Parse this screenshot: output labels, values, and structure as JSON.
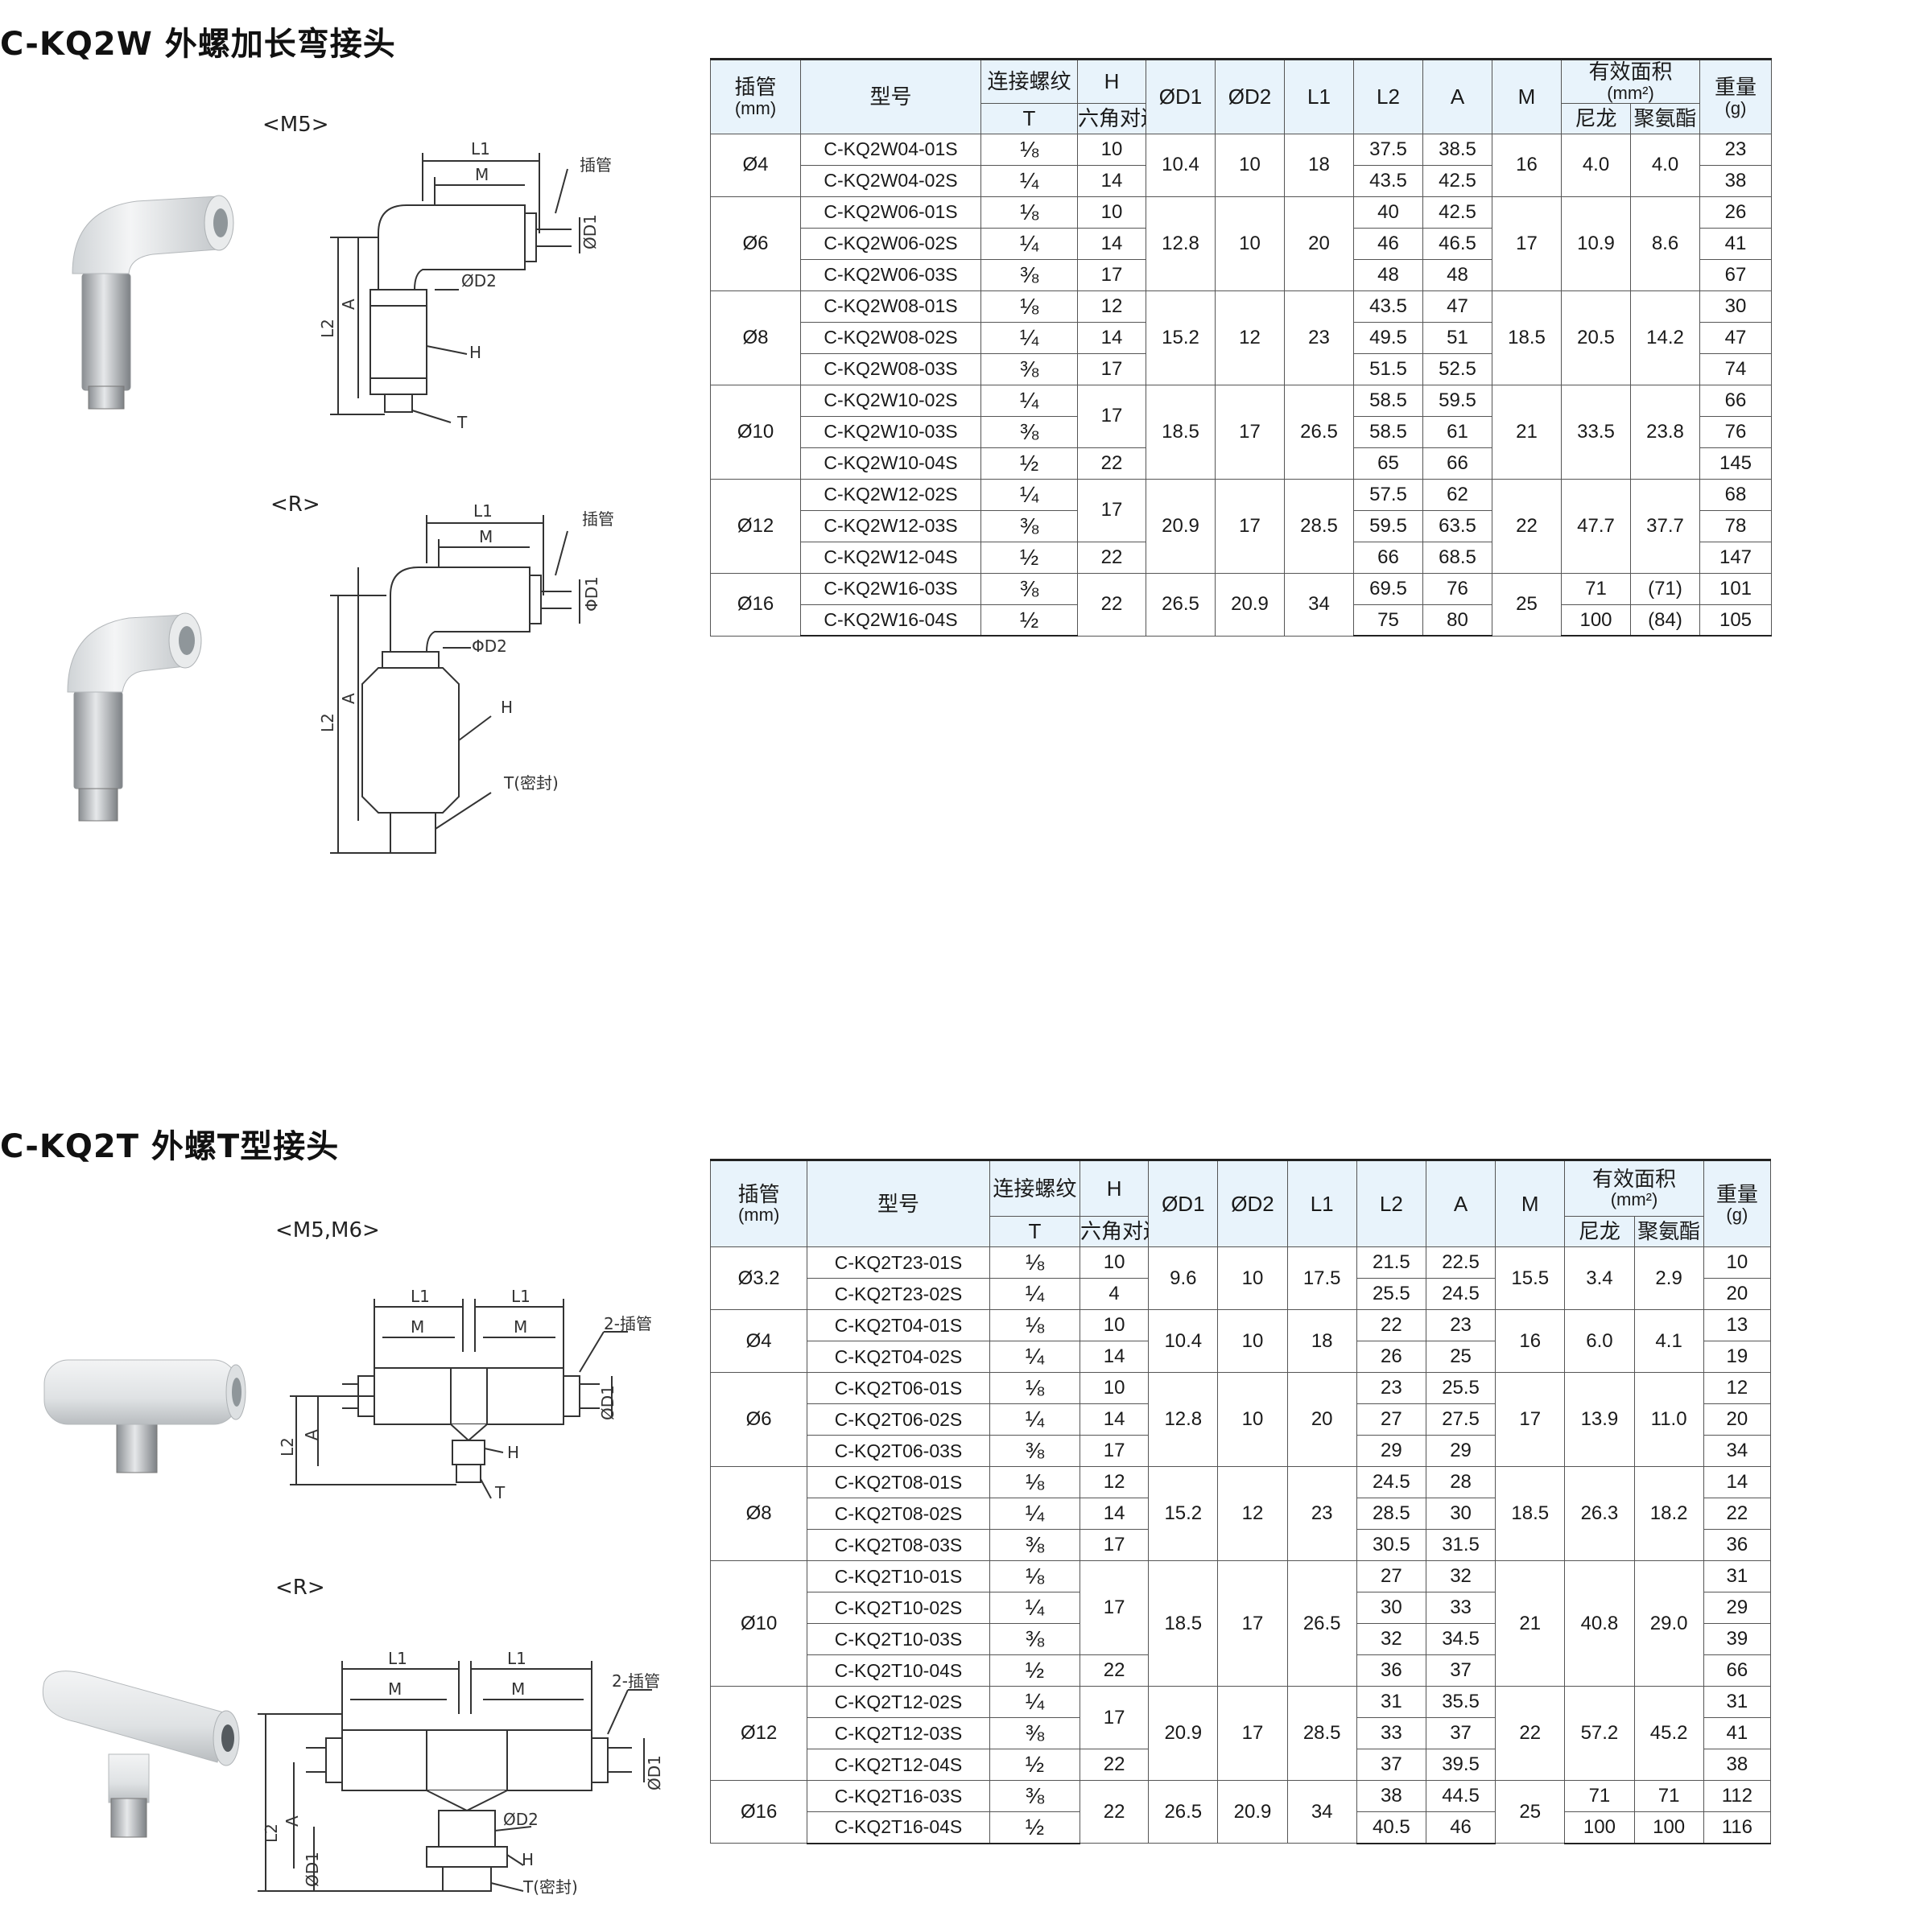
{
  "sections": [
    {
      "title": "C-KQ2W 外螺加长弯接头",
      "variant_a": "<M5>",
      "variant_b": "<R>",
      "dim_labels": {
        "l1": "L1",
        "m": "M",
        "tube": "插管",
        "d1": "ØD1",
        "d2": "ØD2",
        "d2_r": "ΦD2",
        "d1_r": "ΦD1",
        "a": "A",
        "l2": "L2",
        "h": "H",
        "t": "T",
        "t_seal": "T(密封)"
      }
    },
    {
      "title": "C-KQ2T 外螺T型接头",
      "variant_a": "<M5,M6>",
      "variant_b": "<R>",
      "dim_labels": {
        "l1": "L1",
        "m": "M",
        "tube": "2-插管",
        "d1": "ØD1",
        "d2": "ØD2",
        "a": "A",
        "l2": "L2",
        "h": "H",
        "t": "T",
        "t_seal": "T(密封)"
      }
    }
  ],
  "table_header": {
    "tube": "插管",
    "tube_unit": "(mm)",
    "model": "型号",
    "thread": "连接螺纹",
    "thread_sub": "T",
    "h": "H",
    "h_sub": "六角对边",
    "d1": "ØD1",
    "d2": "ØD2",
    "l1": "L1",
    "l2": "L2",
    "a": "A",
    "m": "M",
    "area": "有效面积",
    "area_unit": "(mm²)",
    "nylon": "尼龙",
    "pu": "聚氨酯",
    "weight": "重量",
    "weight_unit": "(g)"
  },
  "table1": [
    {
      "tube": "Ø4",
      "d1": "10.4",
      "d2": "10",
      "l1": "18",
      "m": "16",
      "nylon": "4.0",
      "pu": "4.0",
      "rows": [
        {
          "model": "C-KQ2W04-01S",
          "t": "⅛",
          "h": "10",
          "l2": "37.5",
          "a": "38.5",
          "w": "23"
        },
        {
          "model": "C-KQ2W04-02S",
          "t": "¼",
          "h": "14",
          "l2": "43.5",
          "a": "42.5",
          "w": "38"
        }
      ]
    },
    {
      "tube": "Ø6",
      "d1": "12.8",
      "d2": "10",
      "l1": "20",
      "m": "17",
      "nylon": "10.9",
      "pu": "8.6",
      "rows": [
        {
          "model": "C-KQ2W06-01S",
          "t": "⅛",
          "h": "10",
          "l2": "40",
          "a": "42.5",
          "w": "26"
        },
        {
          "model": "C-KQ2W06-02S",
          "t": "¼",
          "h": "14",
          "l2": "46",
          "a": "46.5",
          "w": "41"
        },
        {
          "model": "C-KQ2W06-03S",
          "t": "⅜",
          "h": "17",
          "l2": "48",
          "a": "48",
          "w": "67"
        }
      ]
    },
    {
      "tube": "Ø8",
      "d1": "15.2",
      "d2": "12",
      "l1": "23",
      "m": "18.5",
      "nylon": "20.5",
      "pu": "14.2",
      "rows": [
        {
          "model": "C-KQ2W08-01S",
          "t": "⅛",
          "h": "12",
          "l2": "43.5",
          "a": "47",
          "w": "30"
        },
        {
          "model": "C-KQ2W08-02S",
          "t": "¼",
          "h": "14",
          "l2": "49.5",
          "a": "51",
          "w": "47"
        },
        {
          "model": "C-KQ2W08-03S",
          "t": "⅜",
          "h": "17",
          "l2": "51.5",
          "a": "52.5",
          "w": "74"
        }
      ]
    },
    {
      "tube": "Ø10",
      "d1": "18.5",
      "d2": "17",
      "l1": "26.5",
      "m": "21",
      "nylon": "33.5",
      "pu": "23.8",
      "hgroups": [
        {
          "h": "17",
          "span": 2
        },
        {
          "h": "22",
          "span": 1
        }
      ],
      "rows": [
        {
          "model": "C-KQ2W10-02S",
          "t": "¼",
          "l2": "58.5",
          "a": "59.5",
          "w": "66"
        },
        {
          "model": "C-KQ2W10-03S",
          "t": "⅜",
          "l2": "58.5",
          "a": "61",
          "w": "76"
        },
        {
          "model": "C-KQ2W10-04S",
          "t": "½",
          "l2": "65",
          "a": "66",
          "w": "145"
        }
      ]
    },
    {
      "tube": "Ø12",
      "d1": "20.9",
      "d2": "17",
      "l1": "28.5",
      "m": "22",
      "nylon": "47.7",
      "pu": "37.7",
      "hgroups": [
        {
          "h": "17",
          "span": 2
        },
        {
          "h": "22",
          "span": 1
        }
      ],
      "rows": [
        {
          "model": "C-KQ2W12-02S",
          "t": "¼",
          "l2": "57.5",
          "a": "62",
          "w": "68"
        },
        {
          "model": "C-KQ2W12-03S",
          "t": "⅜",
          "l2": "59.5",
          "a": "63.5",
          "w": "78"
        },
        {
          "model": "C-KQ2W12-04S",
          "t": "½",
          "l2": "66",
          "a": "68.5",
          "w": "147"
        }
      ]
    },
    {
      "tube": "Ø16",
      "d1": "26.5",
      "d2": "20.9",
      "l1": "34",
      "m": "25",
      "splitArea": true,
      "hgroups": [
        {
          "h": "22",
          "span": 2
        }
      ],
      "rows": [
        {
          "model": "C-KQ2W16-03S",
          "t": "⅜",
          "l2": "69.5",
          "a": "76",
          "nylon": "71",
          "pu": "(71)",
          "w": "101"
        },
        {
          "model": "C-KQ2W16-04S",
          "t": "½",
          "l2": "75",
          "a": "80",
          "nylon": "100",
          "pu": "(84)",
          "w": "105"
        }
      ]
    }
  ],
  "table2": [
    {
      "tube": "Ø3.2",
      "d1": "9.6",
      "d2": "10",
      "l1": "17.5",
      "m": "15.5",
      "nylon": "3.4",
      "pu": "2.9",
      "rows": [
        {
          "model": "C-KQ2T23-01S",
          "t": "⅛",
          "h": "10",
          "l2": "21.5",
          "a": "22.5",
          "w": "10"
        },
        {
          "model": "C-KQ2T23-02S",
          "t": "¼",
          "h": "4",
          "l2": "25.5",
          "a": "24.5",
          "w": "20"
        }
      ]
    },
    {
      "tube": "Ø4",
      "d1": "10.4",
      "d2": "10",
      "l1": "18",
      "m": "16",
      "nylon": "6.0",
      "pu": "4.1",
      "rows": [
        {
          "model": "C-KQ2T04-01S",
          "t": "⅛",
          "h": "10",
          "l2": "22",
          "a": "23",
          "w": "13"
        },
        {
          "model": "C-KQ2T04-02S",
          "t": "¼",
          "h": "14",
          "l2": "26",
          "a": "25",
          "w": "19"
        }
      ]
    },
    {
      "tube": "Ø6",
      "d1": "12.8",
      "d2": "10",
      "l1": "20",
      "m": "17",
      "nylon": "13.9",
      "pu": "11.0",
      "rows": [
        {
          "model": "C-KQ2T06-01S",
          "t": "⅛",
          "h": "10",
          "l2": "23",
          "a": "25.5",
          "w": "12"
        },
        {
          "model": "C-KQ2T06-02S",
          "t": "¼",
          "h": "14",
          "l2": "27",
          "a": "27.5",
          "w": "20"
        },
        {
          "model": "C-KQ2T06-03S",
          "t": "⅜",
          "h": "17",
          "l2": "29",
          "a": "29",
          "w": "34"
        }
      ]
    },
    {
      "tube": "Ø8",
      "d1": "15.2",
      "d2": "12",
      "l1": "23",
      "m": "18.5",
      "nylon": "26.3",
      "pu": "18.2",
      "rows": [
        {
          "model": "C-KQ2T08-01S",
          "t": "⅛",
          "h": "12",
          "l2": "24.5",
          "a": "28",
          "w": "14"
        },
        {
          "model": "C-KQ2T08-02S",
          "t": "¼",
          "h": "14",
          "l2": "28.5",
          "a": "30",
          "w": "22"
        },
        {
          "model": "C-KQ2T08-03S",
          "t": "⅜",
          "h": "17",
          "l2": "30.5",
          "a": "31.5",
          "w": "36"
        }
      ]
    },
    {
      "tube": "Ø10",
      "d1": "18.5",
      "d2": "17",
      "l1": "26.5",
      "m": "21",
      "nylon": "40.8",
      "pu": "29.0",
      "hgroups": [
        {
          "h": "17",
          "span": 3
        },
        {
          "h": "22",
          "span": 1
        }
      ],
      "rows": [
        {
          "model": "C-KQ2T10-01S",
          "t": "⅛",
          "l2": "27",
          "a": "32",
          "w": "31"
        },
        {
          "model": "C-KQ2T10-02S",
          "t": "¼",
          "l2": "30",
          "a": "33",
          "w": "29"
        },
        {
          "model": "C-KQ2T10-03S",
          "t": "⅜",
          "l2": "32",
          "a": "34.5",
          "w": "39"
        },
        {
          "model": "C-KQ2T10-04S",
          "t": "½",
          "l2": "36",
          "a": "37",
          "w": "66"
        }
      ]
    },
    {
      "tube": "Ø12",
      "d1": "20.9",
      "d2": "17",
      "l1": "28.5",
      "m": "22",
      "nylon": "57.2",
      "pu": "45.2",
      "hgroups": [
        {
          "h": "17",
          "span": 2
        },
        {
          "h": "22",
          "span": 1
        }
      ],
      "rows": [
        {
          "model": "C-KQ2T12-02S",
          "t": "¼",
          "l2": "31",
          "a": "35.5",
          "w": "31"
        },
        {
          "model": "C-KQ2T12-03S",
          "t": "⅜",
          "l2": "33",
          "a": "37",
          "w": "41"
        },
        {
          "model": "C-KQ2T12-04S",
          "t": "½",
          "l2": "37",
          "a": "39.5",
          "w": "38"
        }
      ]
    },
    {
      "tube": "Ø16",
      "d1": "26.5",
      "d2": "20.9",
      "l1": "34",
      "m": "25",
      "splitArea": true,
      "hgroups": [
        {
          "h": "22",
          "span": 2
        }
      ],
      "rows": [
        {
          "model": "C-KQ2T16-03S",
          "t": "⅜",
          "l2": "38",
          "a": "44.5",
          "nylon": "71",
          "pu": "71",
          "w": "112"
        },
        {
          "model": "C-KQ2T16-04S",
          "t": "½",
          "l2": "40.5",
          "a": "46",
          "nylon": "100",
          "pu": "100",
          "w": "116"
        }
      ]
    }
  ]
}
